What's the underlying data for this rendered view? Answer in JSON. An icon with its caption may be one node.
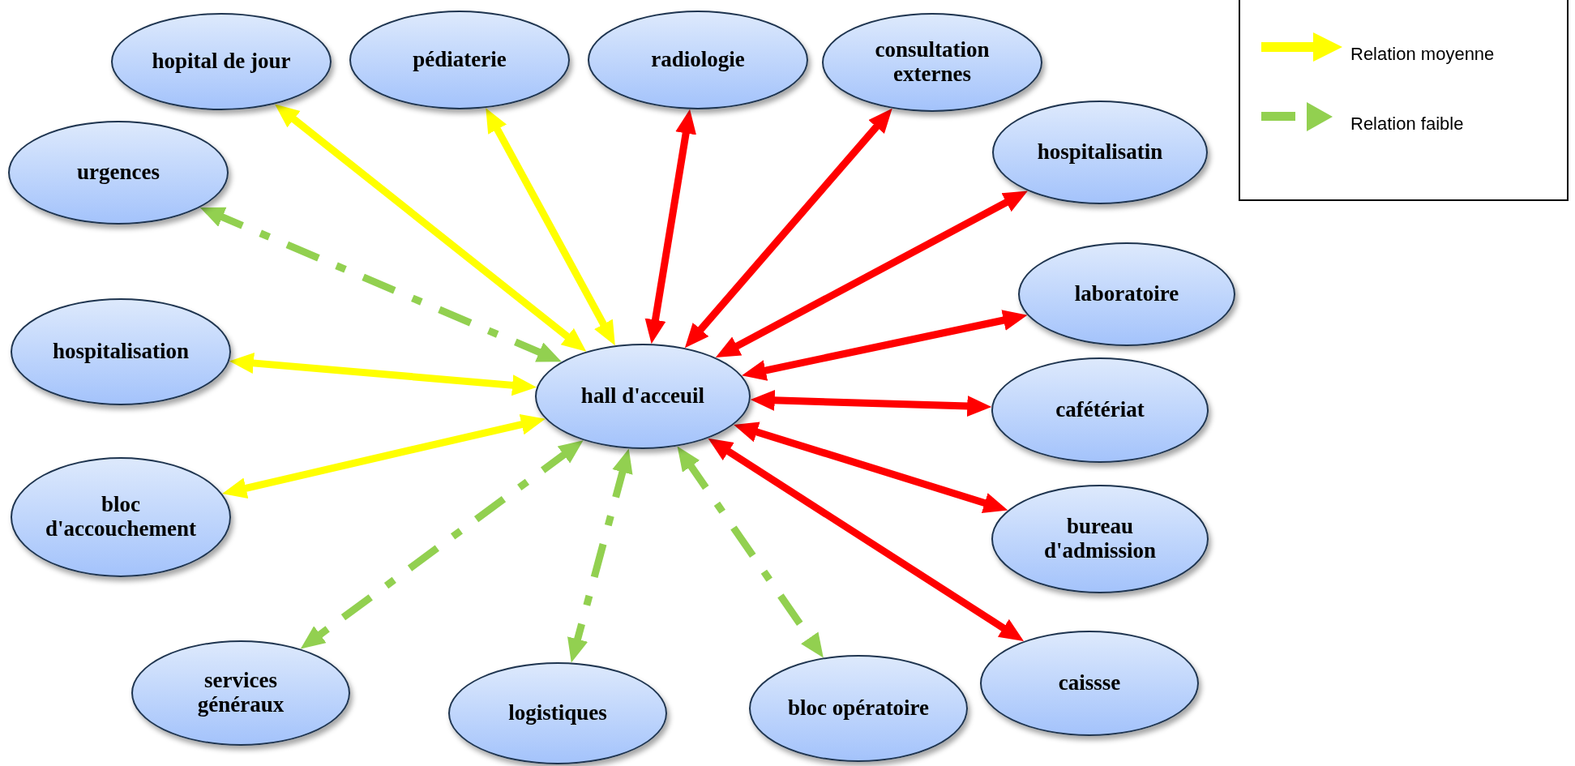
{
  "diagram": {
    "nodes": [
      {
        "text": [
          "hall d'acceuil"
        ]
      },
      {
        "text": [
          "hopital de jour"
        ]
      },
      {
        "text": [
          "pédiaterie"
        ]
      },
      {
        "text": [
          "radiologie"
        ]
      },
      {
        "text": [
          "consultation externes"
        ]
      },
      {
        "text": [
          "urgences"
        ]
      },
      {
        "text": [
          "hospitalisatin"
        ]
      },
      {
        "text": [
          "laboratoire"
        ]
      },
      {
        "text": [
          "hospitalisation"
        ]
      },
      {
        "text": [
          "cafétériat"
        ]
      },
      {
        "text": [
          "bloc d'accouchement"
        ]
      },
      {
        "text": [
          "bureau d'admission"
        ]
      },
      {
        "text": [
          "services généraux"
        ]
      },
      {
        "text": [
          "logistiques"
        ]
      },
      {
        "text": [
          "bloc opératoire"
        ]
      },
      {
        "text": [
          "caissse"
        ]
      }
    ],
    "edges": [
      {
        "from": 0,
        "to": 1,
        "arrow": "both",
        "color": "#ffff00"
      },
      {
        "from": 0,
        "to": 2,
        "arrow": "both",
        "color": "#ffff00"
      },
      {
        "from": 0,
        "to": 3,
        "arrow": "both"
      },
      {
        "from": 0,
        "to": 4,
        "arrow": "both"
      },
      {
        "from": 0,
        "to": 5,
        "arrow": "both",
        "style": "dashed",
        "color": "#92d050"
      },
      {
        "from": 0,
        "to": 6,
        "arrow": "both"
      },
      {
        "from": 0,
        "to": 7,
        "arrow": "both"
      },
      {
        "from": 0,
        "to": 8,
        "arrow": "both",
        "color": "#ffff00"
      },
      {
        "from": 0,
        "to": 9,
        "arrow": "both"
      },
      {
        "from": 0,
        "to": 10,
        "arrow": "both",
        "color": "#ffff00"
      },
      {
        "from": 0,
        "to": 11,
        "arrow": "both"
      },
      {
        "from": 0,
        "to": 12,
        "arrow": "both",
        "style": "dashed",
        "color": "#92d050"
      },
      {
        "from": 0,
        "to": 13,
        "arrow": "both",
        "style": "dashed",
        "color": "#92d050"
      },
      {
        "from": 0,
        "to": 14,
        "arrow": "both",
        "style": "dashed",
        "color": "#92d050"
      },
      {
        "from": 0,
        "to": 15,
        "arrow": "both"
      }
    ],
    "legend": [
      {
        "text": "Relation moyenne"
      },
      {
        "text": "Relation faible"
      }
    ]
  }
}
